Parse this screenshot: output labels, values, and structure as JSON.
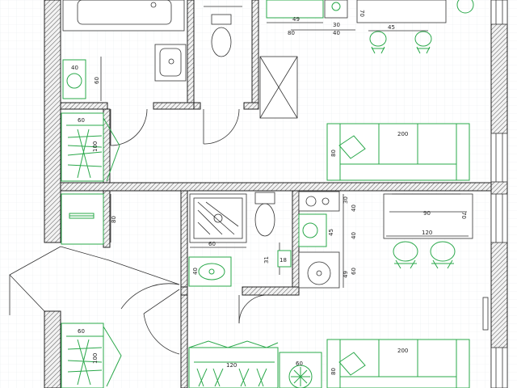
{
  "dimensions": {
    "top_center_49": "49",
    "top_center_30": "30",
    "top_center_80": "80",
    "top_center_40": "40",
    "top_right_70": "70",
    "top_right_45": "45",
    "bath_sink_40": "40",
    "bath_60": "60",
    "wardrobe_top_60": "60",
    "wardrobe_top_100": "100",
    "sofa_top_200": "200",
    "sofa_top_80": "80",
    "hall_80": "80",
    "shower_60": "60",
    "wc_31": "31",
    "wc_18": "18",
    "sink_40": "40",
    "kitchen_30": "30",
    "kitchen_40a": "40",
    "kitchen_45": "45",
    "kitchen_40b": "40",
    "kitchen_49": "49",
    "kitchen_60": "60",
    "table_90": "90",
    "table_70": "70",
    "table_120": "120",
    "wardrobe_bottom_60": "60",
    "wardrobe_bottom_100": "100",
    "wardrobe_bottom_120": "120",
    "washer_60": "60",
    "sofa_bottom_200": "200",
    "sofa_bottom_80": "80"
  },
  "colors": {
    "furniture": "#2aa84a",
    "wall": "#222222",
    "grid": "#e9ecef"
  }
}
